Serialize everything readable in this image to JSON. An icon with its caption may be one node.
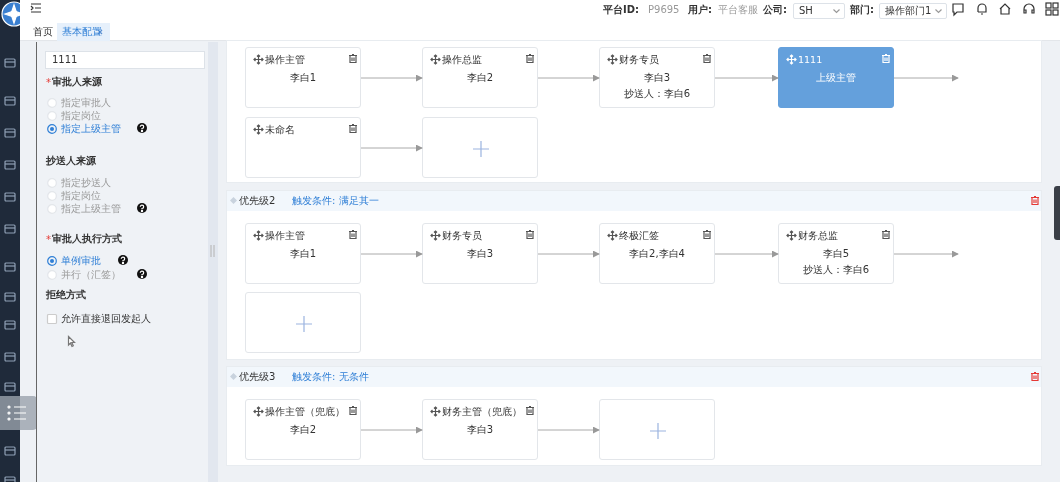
{
  "diagram": {
    "nodes": [
      {
        "text": [],
        "shape": "box"
      },
      {
        "text": [
          "操作主管",
          "李白1"
        ],
        "in": 0
      },
      {
        "text": [
          "操作总监",
          "李白2"
        ],
        "in": 0
      },
      {
        "text": [
          "财务专员",
          "李白3",
          "抄送人：李白6"
        ],
        "in": 0
      },
      {
        "text": [
          "1111",
          "上级主管"
        ],
        "in": 0
      },
      {
        "text": [
          "未命名"
        ],
        "in": 0
      },
      {
        "text": [],
        "shape": "box",
        "in": 0
      },
      {
        "text": [
          "优先级2",
          "触发条件: 满足其一"
        ]
      },
      {
        "text": [
          "操作主管",
          "李白1"
        ],
        "in": 7
      },
      {
        "text": [
          "财务专员",
          "李白3"
        ],
        "in": 7
      },
      {
        "text": [
          "终极汇签",
          "李白2,李白4"
        ],
        "in": 7
      },
      {
        "text": [
          "财务总监",
          "李白5",
          "抄送人：李白6"
        ],
        "in": 7
      },
      {
        "text": [],
        "shape": "box",
        "in": 7
      },
      {
        "text": [
          "优先级3",
          "触发条件: 无条件"
        ]
      },
      {
        "text": [
          "操作主管（兜底）",
          "李白2"
        ],
        "in": 13
      },
      {
        "text": [
          "财务主管（兜底）",
          "李白3"
        ],
        "in": 13
      },
      {
        "text": [],
        "shape": "box",
        "in": 13
      }
    ],
    "edges": [
      {
        "from": 1,
        "to": 2,
        "arrow": "to"
      },
      {
        "from": 2,
        "to": 3,
        "arrow": "to"
      },
      {
        "from": 3,
        "to": 4,
        "arrow": "to"
      },
      {
        "from": 4,
        "to": null,
        "arrow": "to"
      },
      {
        "from": 5,
        "to": 6,
        "arrow": "to"
      },
      {
        "from": 8,
        "to": 9,
        "arrow": "to"
      },
      {
        "from": 9,
        "to": 10,
        "arrow": "to"
      },
      {
        "from": 10,
        "to": 11,
        "arrow": "to"
      },
      {
        "from": 11,
        "to": null,
        "arrow": "to"
      },
      {
        "from": 14,
        "to": 15,
        "arrow": "to"
      },
      {
        "from": 15,
        "to": 16,
        "arrow": "to"
      }
    ],
    "labels": [
      "平台ID:",
      "P9695",
      "用户:",
      "平台客服",
      "公司:",
      "SH",
      "部门:",
      "操作部门1",
      "首页",
      "基本配置",
      "1111",
      "*",
      "审批人来源",
      "指定审批人",
      "指定岗位",
      "指定上级主管",
      "抄送人来源",
      "指定抄送人",
      "指定岗位",
      "指定上级主管",
      "*",
      "审批人执行方式",
      "单例审批",
      "并行（汇签）",
      "拒绝方式",
      "允许直接退回发起人"
    ]
  }
}
